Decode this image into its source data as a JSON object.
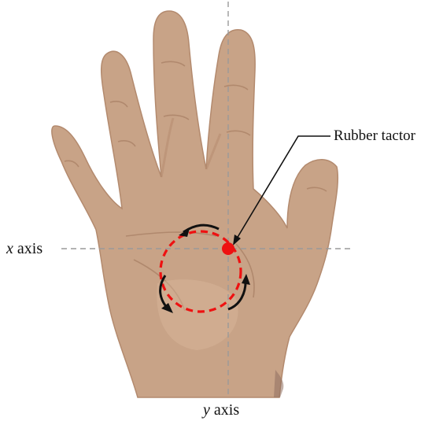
{
  "labels": {
    "x_axis_var": "x",
    "x_axis_word": " axis",
    "y_axis_var": "y",
    "y_axis_word": " axis",
    "tactor": "Rubber tactor"
  },
  "colors": {
    "skin": "#c8a387",
    "skin_shadow": "#b38a6e",
    "skin_light": "#d9b89c",
    "crease": "#a67e63",
    "axis_dash": "#9a9a9a",
    "path_red": "#ee1111",
    "arrow": "#111111"
  },
  "icons": {
    "hand": "palm-of-hand-illustration",
    "tactor": "red-dot-marker",
    "motion": "curved-arrow"
  }
}
